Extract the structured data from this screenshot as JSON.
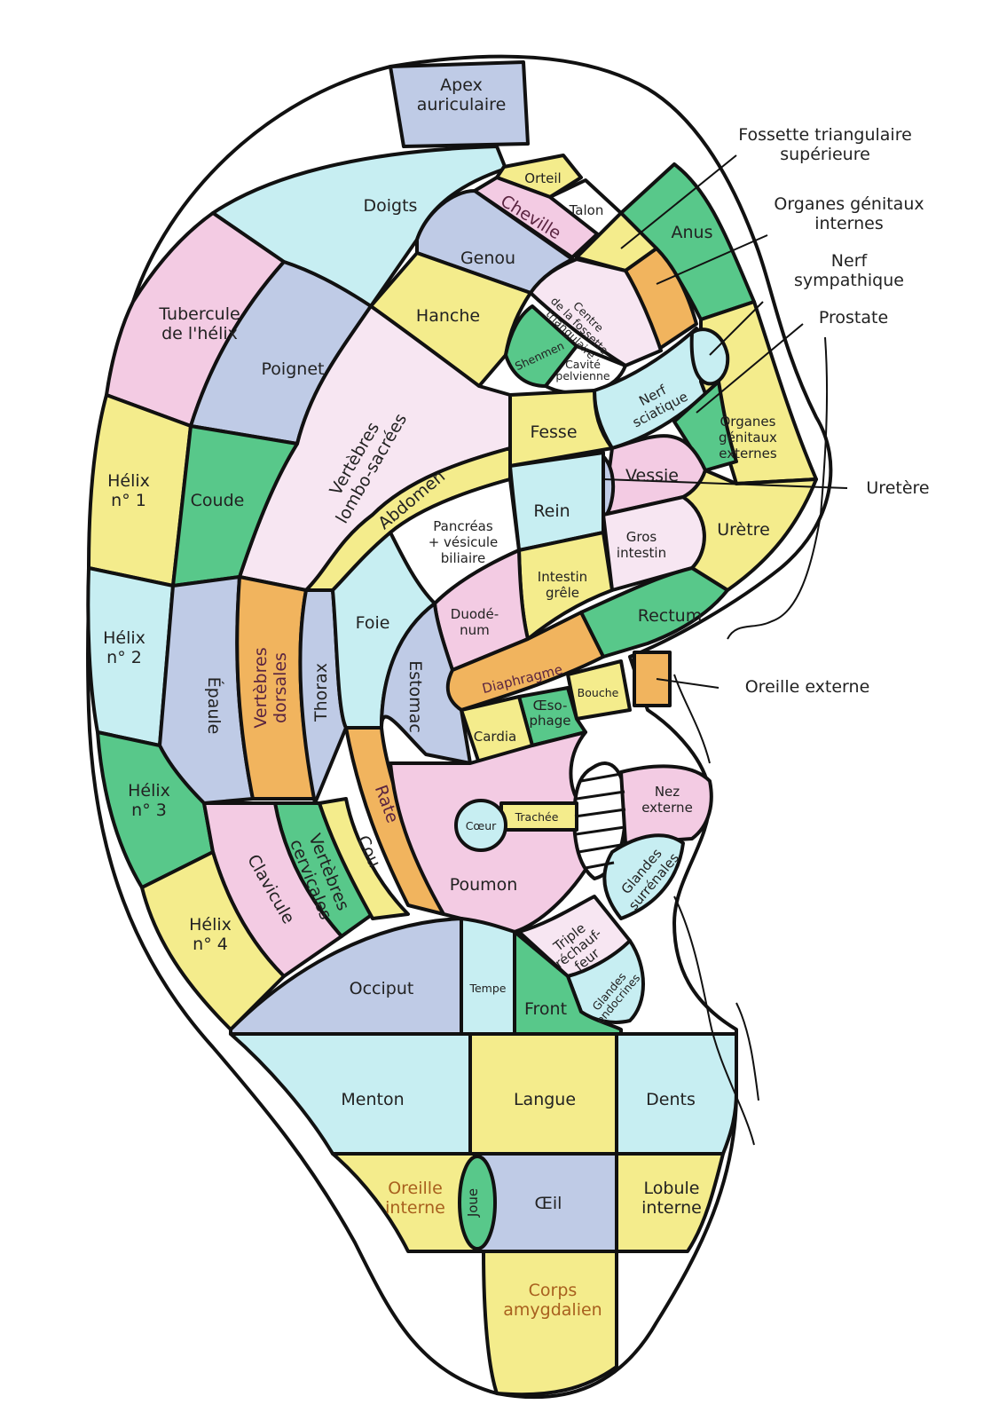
{
  "colors": {
    "yellow": "#f4ec8c",
    "green": "#58c88a",
    "pink": "#f3cbe3",
    "lightpink": "#f7e6f2",
    "cyan": "#c7eef2",
    "blue": "#bfcbe6",
    "orange": "#f1b45e",
    "white": "#ffffff",
    "outline": "#111111"
  },
  "zones": {
    "apex": [
      "Apex",
      "auriculaire"
    ],
    "doigts": "Doigts",
    "orteil": "Orteil",
    "cheville": "Cheville",
    "talon": "Talon",
    "anus": "Anus",
    "genou": "Genou",
    "centre_fossette": [
      "Centre",
      "de la fossette",
      "triangulaire"
    ],
    "tubercule": [
      "Tubercule",
      "de l'hélix"
    ],
    "poignet": "Poignet",
    "hanche": "Hanche",
    "shenmen": "Shenmen",
    "cavite": [
      "Cavité",
      "pelvienne"
    ],
    "nerf_sciatique": [
      "Nerf",
      "sciatique"
    ],
    "vertebres_lombo": [
      "Vertèbres",
      "lombo-sacrées"
    ],
    "fesse": "Fesse",
    "organes_genitaux_externes": [
      "Organes",
      "génitaux",
      "externes"
    ],
    "helix1": [
      "Hélix",
      "n° 1"
    ],
    "coude": "Coude",
    "abdomen": "Abdomen",
    "vessie": "Vessie",
    "rein": "Rein",
    "pancreas": [
      "Pancréas",
      "+ vésicule",
      "biliaire"
    ],
    "gros_intestin": [
      "Gros",
      "intestin"
    ],
    "uretre": "Urètre",
    "intestin_grele": [
      "Intestin",
      "grêle"
    ],
    "duodenum": [
      "Duodé-",
      "num"
    ],
    "rectum": "Rectum",
    "helix2": [
      "Hélix",
      "n° 2"
    ],
    "epaule": "Épaule",
    "vertebres_dorsales": [
      "Vertèbres",
      "dorsales"
    ],
    "thorax": "Thorax",
    "foie": "Foie",
    "estomac": "Estomac",
    "diaphragme": "Diaphragme",
    "bouche": "Bouche",
    "oesophage": [
      "Œso-",
      "phage"
    ],
    "cardia": "Cardia",
    "helix3": [
      "Hélix",
      "n° 3"
    ],
    "rate": "Rate",
    "nez_externe": [
      "Nez",
      "externe"
    ],
    "coeur": "Cœur",
    "trachee": "Trachée",
    "vertebres_cervicales": [
      "Vertèbres",
      "cervicales"
    ],
    "cou": "Cou",
    "clavicule": "Clavicule",
    "poumon": "Poumon",
    "glandes_surrenales": [
      "Glandes",
      "surrénales"
    ],
    "triple_rechauffeur": [
      "Triple",
      "réchauf-",
      "feur"
    ],
    "helix4": [
      "Hélix",
      "n° 4"
    ],
    "occiput": "Occiput",
    "tempe": "Tempe",
    "front": "Front",
    "glandes_endocrines": [
      "Glandes",
      "endocrines"
    ],
    "menton": "Menton",
    "langue": "Langue",
    "dents": "Dents",
    "oreille_interne": [
      "Oreille",
      "interne"
    ],
    "joue": "Joue",
    "oeil": "Œil",
    "lobule_interne": [
      "Lobule",
      "interne"
    ],
    "corps_amygdalien": [
      "Corps",
      "amygdalien"
    ]
  },
  "callouts": {
    "fossette_sup": [
      "Fossette triangulaire",
      "supérieure"
    ],
    "organes_internes": [
      "Organes génitaux",
      "internes"
    ],
    "nerf_sympathique": [
      "Nerf",
      "sympathique"
    ],
    "prostate": "Prostate",
    "uretere": "Uretère",
    "oreille_externe": "Oreille externe"
  }
}
